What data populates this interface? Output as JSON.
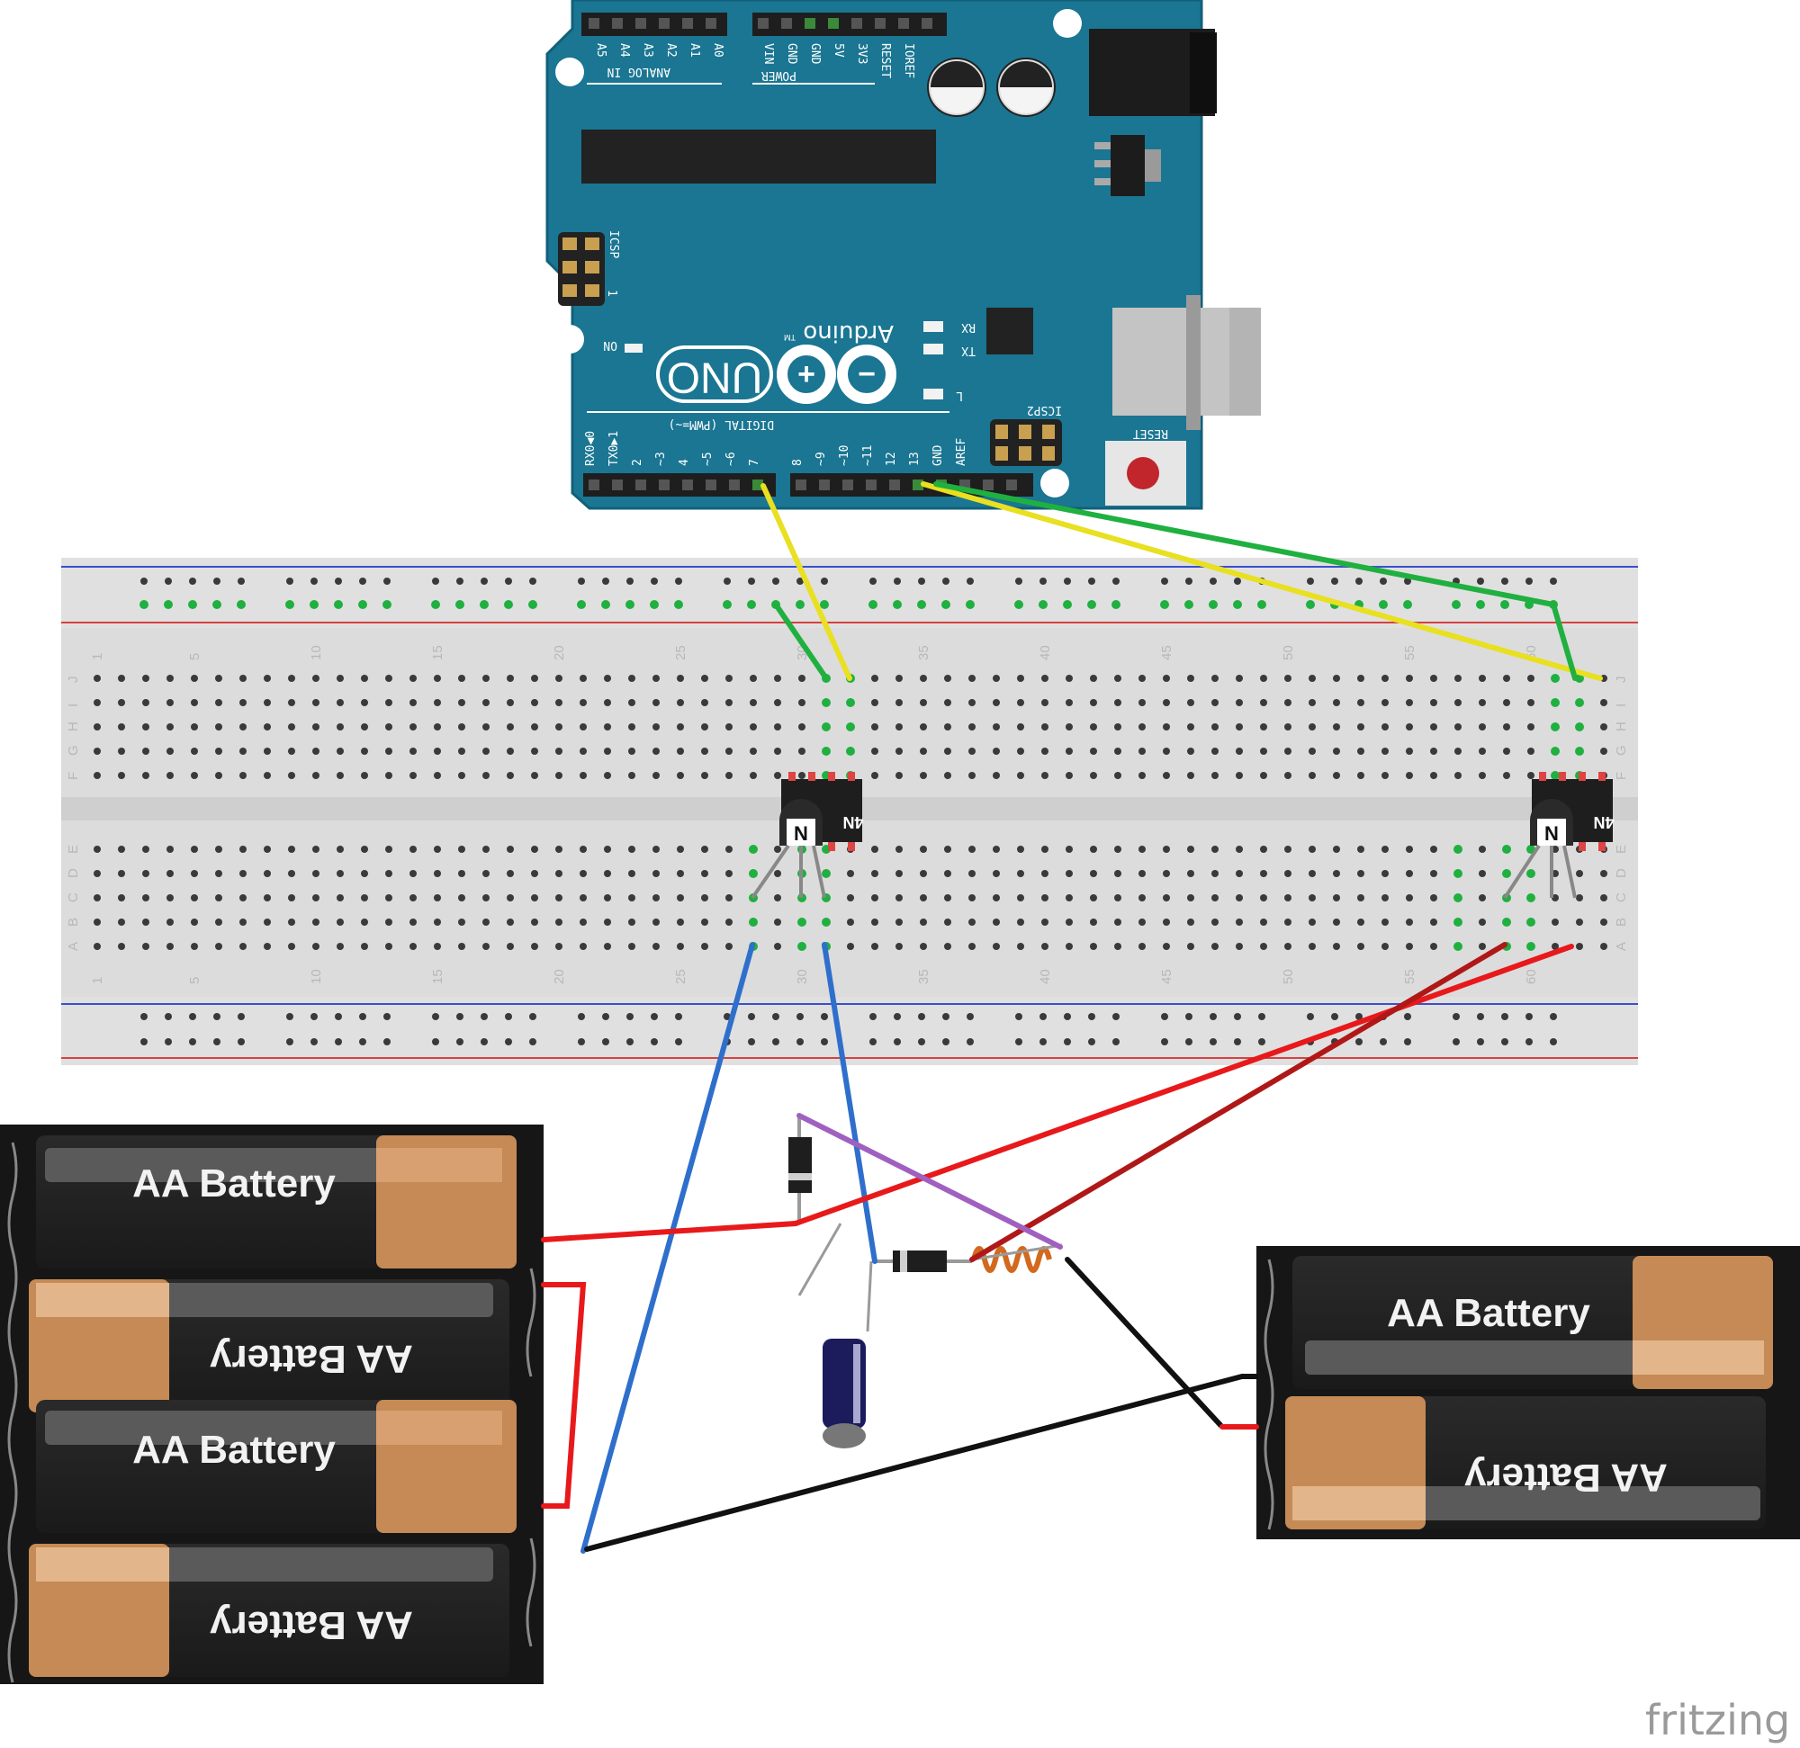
{
  "arduino": {
    "analog_title": "ANALOG IN",
    "analog_pins": [
      "A5",
      "A4",
      "A3",
      "A2",
      "A1",
      "A0"
    ],
    "power_title": "POWER",
    "power_pins": [
      "VIN",
      "GND",
      "GND",
      "5V",
      "3V3",
      "RESET",
      "IOREF"
    ],
    "icsp_label": "ICSP",
    "icsp_pin1": "1",
    "on_label": "ON",
    "brand": "Arduino",
    "tm": "TM",
    "model": "UNO",
    "rx_label": "RX",
    "tx_label": "TX",
    "l_label": "L",
    "icsp2_label": "ICSP2",
    "reset_label": "RESET",
    "digital_title": "DIGITAL (PWM=~)",
    "digital_pins": [
      "RX0◀0",
      "TX0▶1",
      "2",
      "~3",
      "4",
      "~5",
      "~6",
      "7",
      "8",
      "~9",
      "~10",
      "~11",
      "12",
      "13",
      "GND",
      "AREF"
    ]
  },
  "breadboard": {
    "column_numbers": [
      "1",
      "5",
      "10",
      "15",
      "20",
      "25",
      "30",
      "35",
      "40",
      "45",
      "50",
      "55",
      "60"
    ],
    "rows_top": [
      "J",
      "I",
      "H",
      "G",
      "F"
    ],
    "rows_bottom": [
      "E",
      "D",
      "C",
      "B",
      "A"
    ]
  },
  "optocouplers": [
    {
      "marking": "4N"
    },
    {
      "marking": "4N"
    }
  ],
  "battery_packs": [
    {
      "cells": [
        "AA Battery",
        "AA Battery",
        "AA Battery",
        "AA Battery"
      ]
    },
    {
      "cells": [
        "AA Battery",
        "AA Battery"
      ]
    }
  ],
  "watermark": "fritzing"
}
